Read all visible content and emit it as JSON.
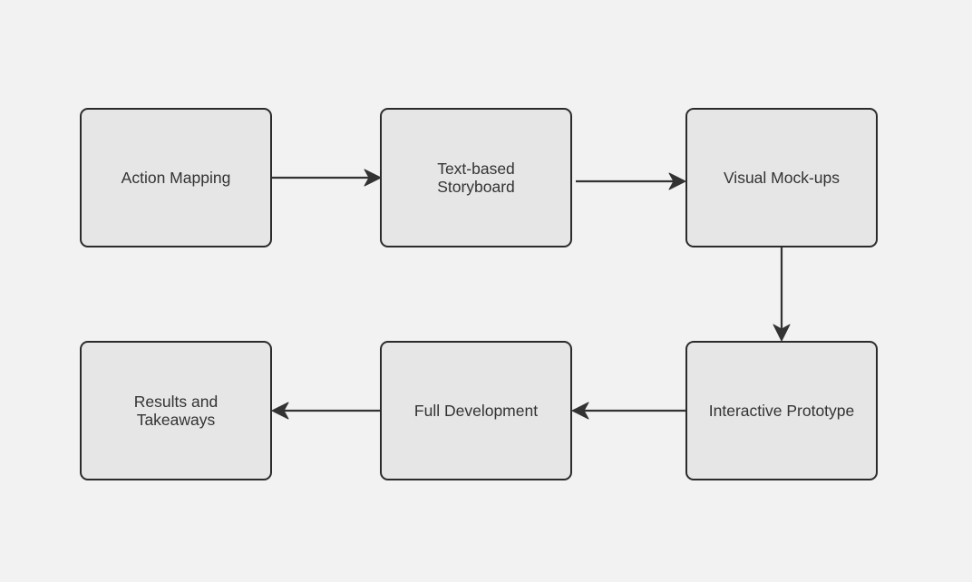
{
  "diagram": {
    "nodes": [
      {
        "id": "n1",
        "label": "Action Mapping"
      },
      {
        "id": "n2",
        "label": "Text-based\nStoryboard"
      },
      {
        "id": "n3",
        "label": "Visual Mock-ups"
      },
      {
        "id": "n4",
        "label": "Interactive Prototype"
      },
      {
        "id": "n5",
        "label": "Full Development"
      },
      {
        "id": "n6",
        "label": "Results and\nTakeaways"
      }
    ],
    "edges": [
      {
        "from": "n1",
        "to": "n2"
      },
      {
        "from": "n2",
        "to": "n3"
      },
      {
        "from": "n3",
        "to": "n4"
      },
      {
        "from": "n4",
        "to": "n5"
      },
      {
        "from": "n5",
        "to": "n6"
      }
    ],
    "colors": {
      "background": "#f2f2f2",
      "node_fill": "#e6e6e6",
      "node_border": "#2b2b2b",
      "text": "#333333",
      "arrow": "#333333"
    }
  }
}
